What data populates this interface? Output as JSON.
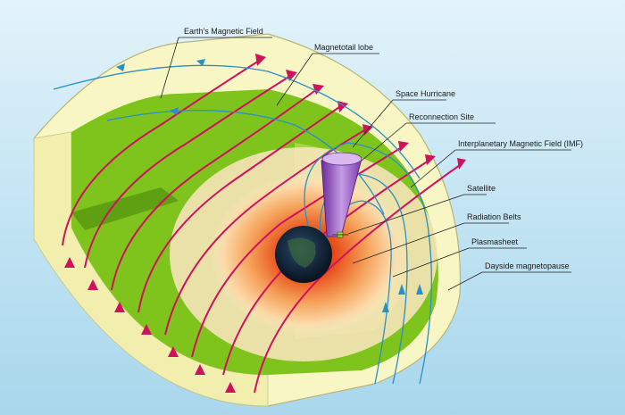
{
  "labels": {
    "earths_magnetic_field": "Earth's Magnetic Field",
    "magnetotail_lobe": "Magnetotail lobe",
    "space_hurricane": "Space Hurricane",
    "reconnection_site": "Reconnection Site",
    "imf": "Interplanetary Magnetic Field (IMF)",
    "satellite": "Satellite",
    "radiation_belts": "Radiation Belts",
    "plasmasheet": "Plasmasheet",
    "dayside_magnetopause": "Dayside magnetopause"
  },
  "colors": {
    "outer_shell": "#f8f6c4",
    "green_layer": "#7fc41c",
    "field_lines_red": "#d0125e",
    "field_lines_blue": "#2a8fc8",
    "hurricane": "#9b5cc4",
    "earth": "#10253a"
  }
}
